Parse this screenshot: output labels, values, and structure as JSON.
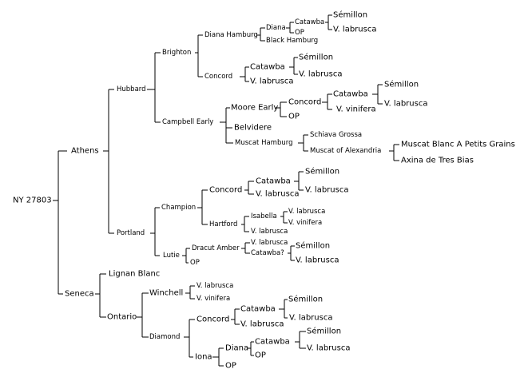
{
  "pedigree": {
    "root": "NY 27803",
    "nodes": {
      "athens": "Athens",
      "seneca": "Seneca",
      "hubbard": "Hubbard",
      "portland": "Portland",
      "lignan_blanc": "Lignan Blanc",
      "ontario": "Ontario",
      "brighton": "Brighton",
      "campbell_early": "Campbell Early",
      "champion": "Champion",
      "lutie": "Lutie",
      "winchell": "Winchell",
      "diamond": "Diamond",
      "diana_hamburg": "Diana Hamburg",
      "concord_brighton": "Concord",
      "moore_early": "Moore Early",
      "belvidere": "Belvidere",
      "muscat_hamburg": "Muscat Hamburg",
      "concord_champion": "Concord",
      "hartford": "Hartford",
      "dracut_amber": "Dracut Amber",
      "op_lutie": "OP",
      "vlab_winchell": "V. labrusca",
      "vvin_winchell": "V. vinifera",
      "concord_diamond": "Concord",
      "iona": "Iona",
      "diana_dh": "Diana",
      "black_hamburg": "Black Hamburg",
      "catawba_cb": "Catawba",
      "vlab_cb": "V. labrusca",
      "concord_me": "Concord",
      "op_me": "OP",
      "schiava_grossa": "Schiava Grossa",
      "muscat_alexandria": "Muscat of Alexandria",
      "catawba_cc": "Catawba",
      "vlab_cc": "V. labrusca",
      "isabella": "Isabella",
      "vlab_hart": "V. labrusca",
      "vlab_dracut": "V. labrusca",
      "catawba_dracut": "Catawba?",
      "catawba_cd": "Catawba",
      "vlab_cd": "V. labrusca",
      "diana_iona": "Diana",
      "op_iona": "OP",
      "catawba_d1": "Catawba",
      "op_d1": "OP",
      "semillon_d1": "Sémillon",
      "vlab_d1": "V. labrusca",
      "semillon_cb": "Sémillon",
      "vlab_cb2": "V. labrusca",
      "catawba_c2": "Catawba",
      "vvin_c2": "V. vinifera",
      "muscat_blanc": "Muscat Blanc A Petits Grains",
      "axina": "Axina de Tres Bias",
      "semillon_cc": "Sémillon",
      "vlab_cc2": "V. labrusca",
      "vlab_isa": "V. labrusca",
      "vvin_isa": "V. vinifera",
      "semillon_dr": "Sémillon",
      "vlab_dr": "V. labrusca",
      "semillon_cd": "Sémillon",
      "vlab_cd2": "V. labrusca",
      "catawba_d2": "Catawba",
      "op_d2": "OP",
      "semillon_c3": "Sémillon",
      "vlab_c3": "V. labrusca",
      "semillon_d2": "Sémillon",
      "vlab_d2": "V. labrusca"
    }
  }
}
